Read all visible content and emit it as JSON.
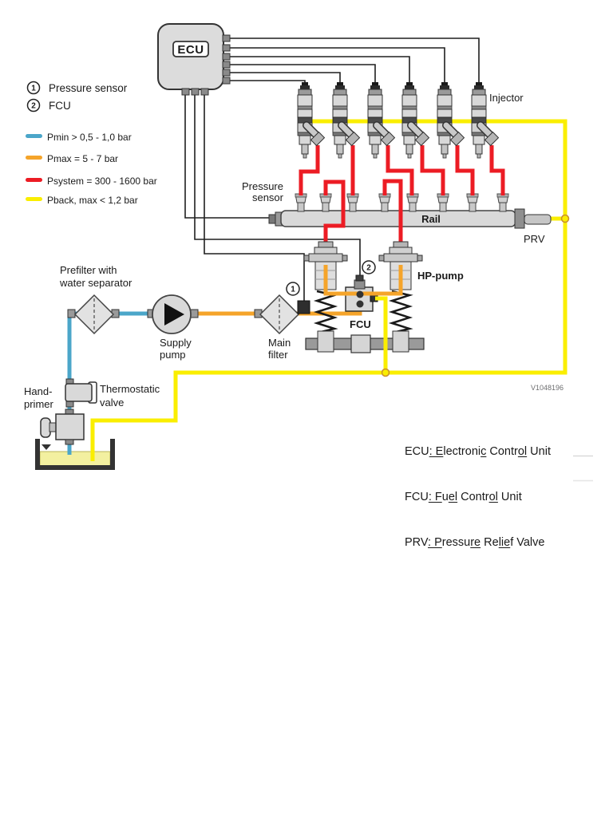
{
  "colors": {
    "pmin_blue": "#4BA6C9",
    "pmax_orange": "#F5A42A",
    "psystem_red": "#EC1C24",
    "pback_yellow": "#FAEE00",
    "wire_black": "#1f1f1f",
    "fuel_fluid": "#f3f0a0"
  },
  "diagram": {
    "code": "V1048196",
    "legend_items": [
      {
        "num": "1",
        "label": "Pressure sensor"
      },
      {
        "num": "2",
        "label": "FCU"
      }
    ],
    "pressure_legend": [
      {
        "label": "Pmin > 0,5 - 1,0 bar"
      },
      {
        "label": "Pmax = 5 - 7 bar"
      },
      {
        "label": "Psystem = 300 - 1600 bar"
      },
      {
        "label": "Pback, max < 1,2 bar"
      }
    ],
    "labels": {
      "ecu": "ECU",
      "injector": "Injector",
      "pressure_sensor_1": "Pressure",
      "pressure_sensor_2": "sensor",
      "rail": "Rail",
      "prv": "PRV",
      "hp_pump": "HP-pump",
      "fcu": "FCU",
      "badge_1": "1",
      "badge_2": "2",
      "main_filter_1": "Main",
      "main_filter_2": "filter",
      "supply_pump_1": "Supply",
      "supply_pump_2": "pump",
      "prefilter_1": "Prefilter with",
      "prefilter_2": "water separator",
      "hand_primer_1": "Hand-",
      "hand_primer_2": "primer",
      "thermostatic_1": "Thermostatic",
      "thermostatic_2": "valve"
    },
    "abbreviations": [
      {
        "segments": [
          {
            "text": "ECU",
            "u": false
          },
          {
            "text": ": E",
            "u": true
          },
          {
            "text": "lectroni",
            "u": false
          },
          {
            "text": "c",
            "u": true
          },
          {
            "text": " Contr",
            "u": false
          },
          {
            "text": "ol",
            "u": true
          },
          {
            "text": " Unit",
            "u": false
          }
        ]
      },
      {
        "segments": [
          {
            "text": "FCU",
            "u": false
          },
          {
            "text": ": F",
            "u": true
          },
          {
            "text": "u",
            "u": false
          },
          {
            "text": "el",
            "u": true
          },
          {
            "text": " Contr",
            "u": false
          },
          {
            "text": "ol",
            "u": true
          },
          {
            "text": " Unit",
            "u": false
          }
        ]
      },
      {
        "segments": [
          {
            "text": "PRV",
            "u": false
          },
          {
            "text": ": P",
            "u": true
          },
          {
            "text": "ressu",
            "u": false
          },
          {
            "text": "re",
            "u": true
          },
          {
            "text": " Re",
            "u": false
          },
          {
            "text": "lie",
            "u": true
          },
          {
            "text": "f Valve",
            "u": false
          }
        ]
      }
    ]
  }
}
